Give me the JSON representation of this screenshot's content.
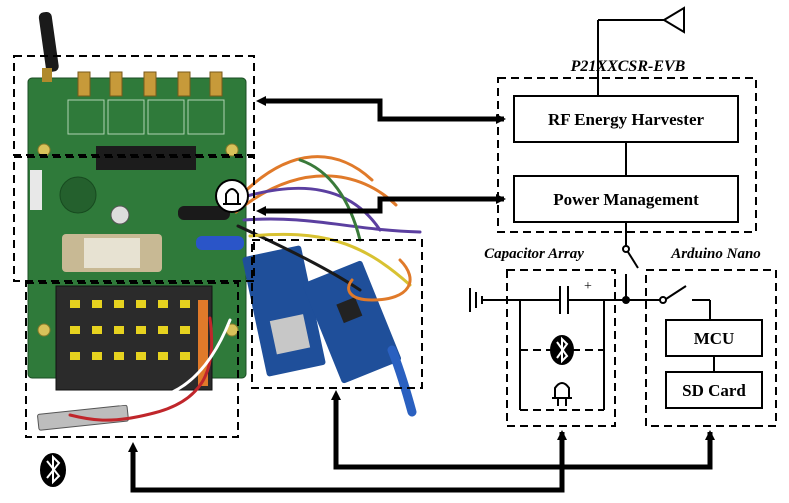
{
  "diagram": {
    "labels": {
      "evb_title": "P21XXCSR-EVB",
      "rf_harvester": "RF Energy Harvester",
      "power_management": "Power Management",
      "capacitor_array": "Capacitor Array",
      "arduino_nano": "Arduino Nano",
      "mcu": "MCU",
      "sd_card": "SD Card",
      "cap_polarity": "+"
    },
    "icons": [
      "antenna-icon",
      "bluetooth-icon",
      "sensor-icon",
      "ground-icon",
      "switch-icon"
    ],
    "colors": {
      "pcb_green": "#2f7a3a",
      "arduino_blue": "#1f4f9a",
      "wire_orange": "#e07a2a",
      "wire_purple": "#5b3fa0",
      "wire_red": "#c0262b",
      "line": "#000000"
    }
  }
}
